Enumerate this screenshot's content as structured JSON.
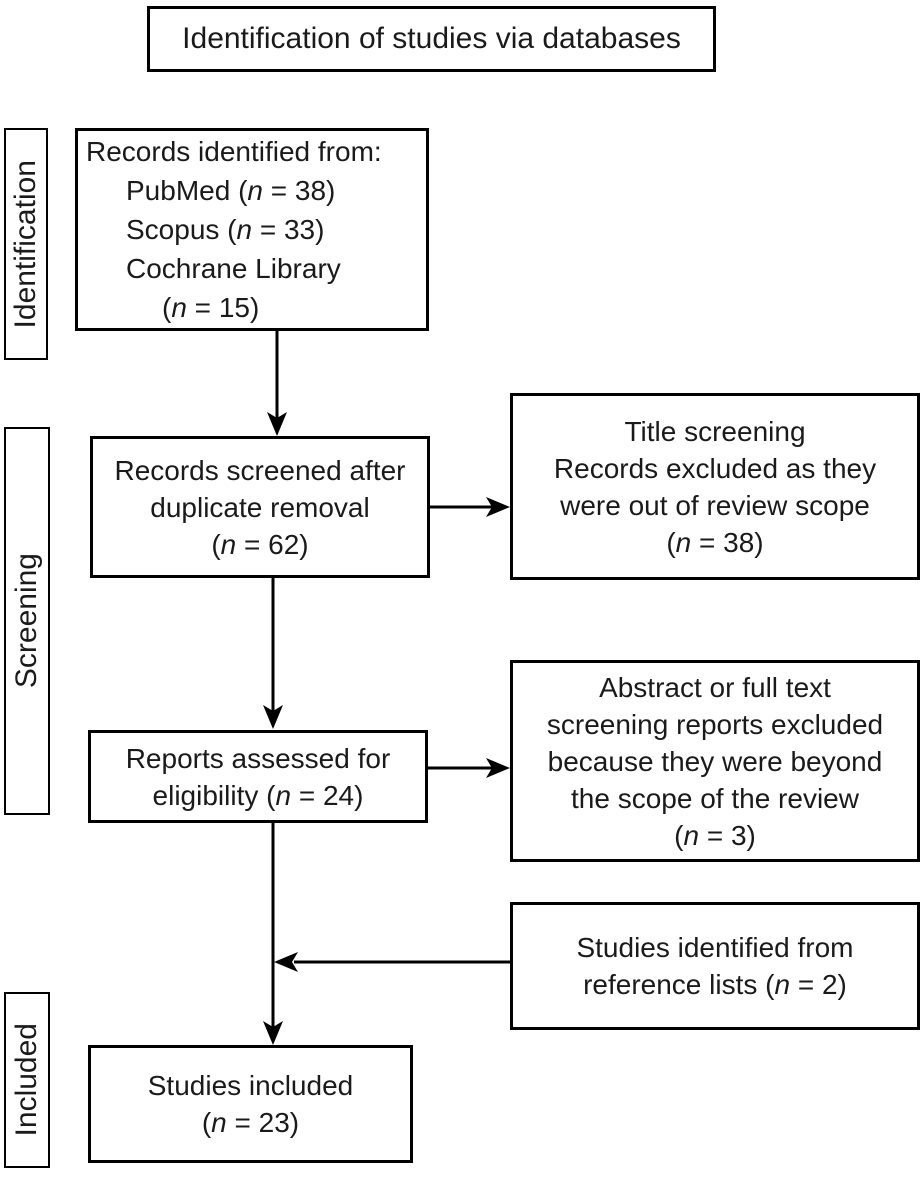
{
  "title": "Identification of studies via databases",
  "stage_labels": {
    "identification": "Identification",
    "screening": "Screening",
    "included": "Included"
  },
  "boxes": {
    "records_identified": {
      "lines": [
        "Records identified from:",
        "PubMed (*n* = 38)",
        "Scopus (*n* = 33)",
        "Cochrane Library",
        "(*n* = 15)"
      ]
    },
    "records_screened": {
      "lines": [
        "Records screened after",
        "duplicate removal",
        "(*n* = 62)"
      ]
    },
    "title_screening_excluded": {
      "lines": [
        "Title screening",
        "Records excluded as they",
        "were out of review scope",
        "(*n* = 38)"
      ]
    },
    "reports_assessed": {
      "lines": [
        "Reports assessed for",
        "eligibility (*n* = 24)"
      ]
    },
    "abstract_excluded": {
      "lines": [
        "Abstract or full text",
        "screening reports excluded",
        "because they were beyond",
        "the scope of the review",
        "(*n* = 3)"
      ]
    },
    "reference_lists": {
      "lines": [
        "Studies identified from",
        "reference lists (*n* = 2)"
      ]
    },
    "studies_included": {
      "lines": [
        "Studies included",
        "(*n* = 23)"
      ]
    }
  },
  "counts": {
    "pubmed": 38,
    "scopus": 33,
    "cochrane_library": 15,
    "screened_after_duplicate_removal": 62,
    "excluded_title_screening": 38,
    "reports_assessed_for_eligibility": 24,
    "excluded_abstract_or_full_text": 3,
    "identified_from_reference_lists": 2,
    "studies_included": 23
  },
  "colors": {
    "background": "#ffffff",
    "border": "#000000",
    "text": "#1a1a1a",
    "arrow": "#000000"
  }
}
